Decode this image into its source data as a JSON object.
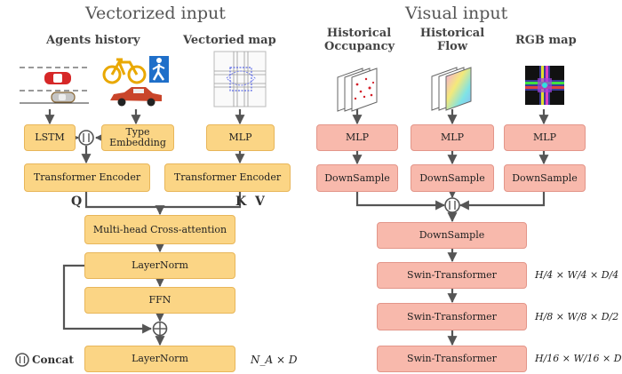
{
  "titles": {
    "vectorized": "Vectorized input",
    "visual": "Visual input"
  },
  "subtitles": {
    "agents_history": "Agents history",
    "vectoried_map": "Vectoried map",
    "historical_occupancy": "Historical Occupancy",
    "historical_flow": "Historical Flow",
    "rgb_map": "RGB map"
  },
  "left_boxes": {
    "lstm": "LSTM",
    "type_embedding": "Type Embedding",
    "mlp": "MLP",
    "transformer_encoder_agents": "Transformer Encoder",
    "transformer_encoder_map": "Transformer Encoder",
    "cross_attention": "Multi-head Cross-attention",
    "layernorm_1": "LayerNorm",
    "ffn": "FFN",
    "layernorm_2": "LayerNorm"
  },
  "right_boxes": {
    "mlp_occupancy": "MLP",
    "mlp_flow": "MLP",
    "mlp_rgb": "MLP",
    "downsample_occupancy": "DownSample",
    "downsample_flow": "DownSample",
    "downsample_rgb": "DownSample",
    "downsample_merged": "DownSample",
    "swin_1": "Swin-Transformer",
    "swin_2": "Swin-Transformer",
    "swin_3": "Swin-Transformer"
  },
  "labels": {
    "q": "Q",
    "k": "K",
    "v": "V",
    "output_dim": "N_A × D",
    "swin_1_dim": "H/4 × W/4 × D/4",
    "swin_2_dim": "H/8 × W/8 × D/2",
    "swin_3_dim": "H/16 × W/16 × D",
    "concat_legend": "Concat"
  },
  "colors": {
    "vectorized_box": "#fbd585",
    "visual_box": "#f8b9ac",
    "arrow": "#555555"
  },
  "icons": [
    "car-lanes-icon",
    "bicycle-icon",
    "pedestrian-icon",
    "sedan-icon",
    "road-map-icon",
    "occupancy-maps-icon",
    "flow-maps-icon",
    "rgb-map-icon",
    "concat-icon",
    "add-icon"
  ]
}
